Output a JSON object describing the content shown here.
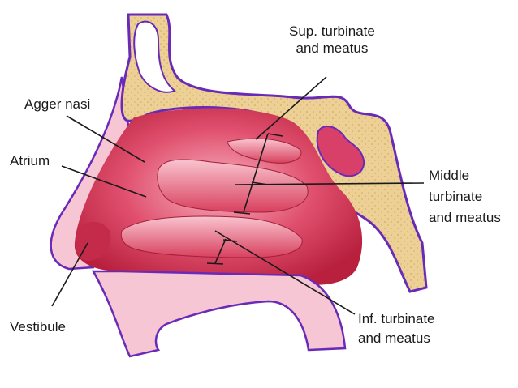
{
  "labels": {
    "sup_turbinate": {
      "line1": "Sup. turbinate",
      "line2": "and meatus"
    },
    "agger_nasi": "Agger nasi",
    "atrium": "Atrium",
    "middle_turbinate": {
      "line1": "Middle",
      "line2": "turbinate",
      "line3": "and meatus"
    },
    "vestibule": "Vestibule",
    "inf_turbinate": {
      "line1": "Inf. turbinate",
      "line2": "and meatus"
    }
  },
  "colors": {
    "bone": "#e8c98a",
    "bone_outline": "#6a2ab8",
    "skin": "#f6c6d4",
    "mucosa": "#d83a5a",
    "mucosa_light": "#f28aa0",
    "leader": "#1a1a1a"
  }
}
